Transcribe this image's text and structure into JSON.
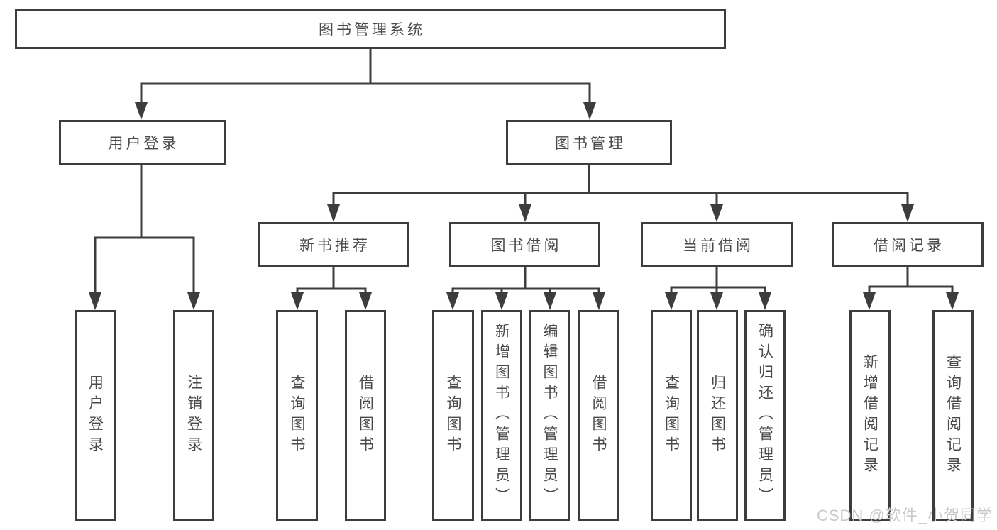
{
  "tree": {
    "root": {
      "label": "图书管理系统"
    },
    "children": [
      {
        "label": "用户登录",
        "children": [
          {
            "label": "用户登录"
          },
          {
            "label": "注销登录"
          }
        ]
      },
      {
        "label": "图书管理",
        "children": [
          {
            "label": "新书推荐",
            "children": [
              {
                "label": "查询图书"
              },
              {
                "label": "借阅图书"
              }
            ]
          },
          {
            "label": "图书借阅",
            "children": [
              {
                "label": "查询图书"
              },
              {
                "label": "新增图书（管理员）"
              },
              {
                "label": "编辑图书（管理员）"
              },
              {
                "label": "借阅图书"
              }
            ]
          },
          {
            "label": "当前借阅",
            "children": [
              {
                "label": "查询图书"
              },
              {
                "label": "归还图书"
              },
              {
                "label": "确认归还（管理员）"
              }
            ]
          },
          {
            "label": "借阅记录",
            "children": [
              {
                "label": "新增借阅记录"
              },
              {
                "label": "查询借阅记录"
              }
            ]
          }
        ]
      }
    ]
  },
  "watermark": {
    "text": "CSDN @软件_小贺同学",
    "color": "#c9c9c9"
  },
  "colors": {
    "line": "#3d3d3d",
    "box_border": "#3d3d3d",
    "text": "#4a4a4a",
    "background": "#ffffff"
  }
}
